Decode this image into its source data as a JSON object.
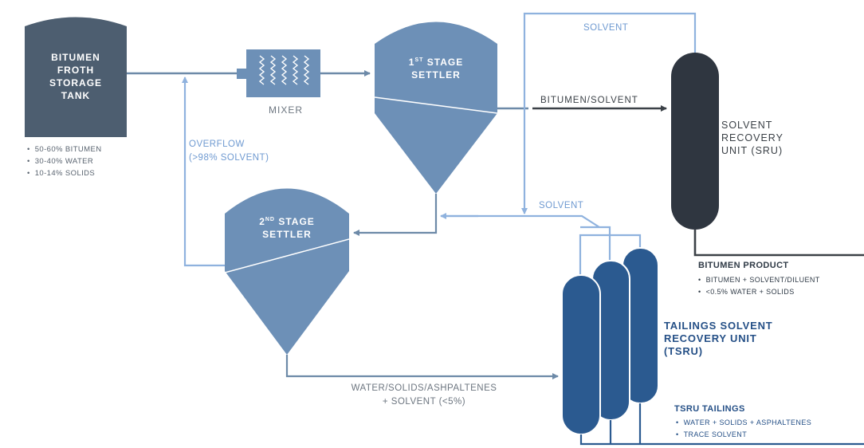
{
  "storage_tank": {
    "label_lines": [
      "BITUMEN",
      "FROTH",
      "STORAGE",
      "TANK"
    ],
    "composition": [
      "50-60% BITUMEN",
      "30-40% WATER",
      "10-14% SOLIDS"
    ]
  },
  "mixer": {
    "label": "MIXER"
  },
  "settler_1": {
    "ordinal": "1",
    "suffix": "ST",
    "line1": "STAGE",
    "line2": "SETTLER"
  },
  "settler_2": {
    "ordinal": "2",
    "suffix": "ND",
    "line1": "STAGE",
    "line2": "SETTLER"
  },
  "sru": {
    "label_lines": [
      "SOLVENT",
      "RECOVERY",
      "UNIT (SRU)"
    ]
  },
  "tsru": {
    "label_lines": [
      "TAILINGS SOLVENT",
      "RECOVERY UNIT",
      "(TSRU)"
    ]
  },
  "flows": {
    "solvent_top": "SOLVENT",
    "bitumen_solvent": "BITUMEN/SOLVENT",
    "solvent_mid": "SOLVENT",
    "overflow_line1": "OVERFLOW",
    "overflow_line2": "(>98% SOLVENT)",
    "underflow_line1": "WATER/SOLIDS/ASHPALTENES",
    "underflow_line2": "+ SOLVENT (<5%)"
  },
  "bitumen_product": {
    "title": "BITUMEN PRODUCT",
    "items": [
      "BITUMEN + SOLVENT/DILUENT",
      "<0.5% WATER + SOLIDS"
    ]
  },
  "tsru_tailings": {
    "title": "TSRU TAILINGS",
    "items": [
      "WATER + SOLIDS + ASPHALTENES",
      "TRACE SOLVENT"
    ]
  },
  "colors": {
    "tank": "#4d5e70",
    "settler": "#6d90b7",
    "line_light": "#8fb2de",
    "line_gray": "#6d8aa8",
    "sru": "#2f3640",
    "tsru": "#2b5a90"
  }
}
